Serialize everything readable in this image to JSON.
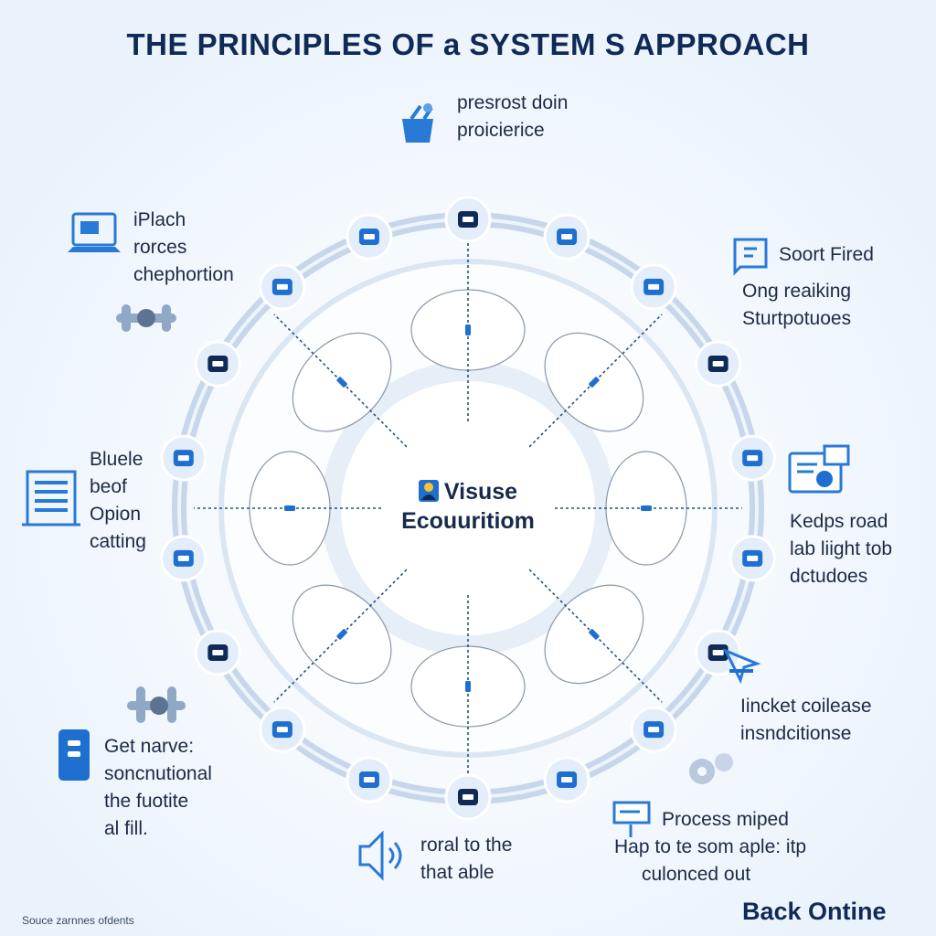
{
  "title": "THE PRINCIPLES OF a SYSTEM S APPROACH",
  "center": {
    "line1": "Visuse",
    "line2": "Ecouuritiom",
    "logo_icon": "puzzle-person-icon"
  },
  "labels": {
    "top": [
      "presrost doin",
      "proicierice"
    ],
    "top_left": [
      "iPlach",
      "rorces",
      "chephortion"
    ],
    "top_right": [
      "Soort Fired",
      "Ong reaiking",
      "Sturtpotuoes"
    ],
    "mid_left": [
      "Bluele",
      "beof",
      "Opion",
      "catting"
    ],
    "mid_right": [
      "Kedps road",
      "lab liight tob",
      "dctudoes"
    ],
    "lower_right": [
      "Iincket coilease",
      "insndcitionse"
    ],
    "bottom_left": [
      "Get narve:",
      "soncnutional",
      "the fuotite",
      "al fill."
    ],
    "bottom_center": [
      "roral to the",
      "that able"
    ],
    "bottom_right": [
      "Process miped",
      "Hap to te som aple: itp",
      "culonced out"
    ]
  },
  "footer": {
    "left": "Souce zarnnes ofdents",
    "right": "Back Ontine"
  },
  "colors": {
    "ring": "#c7d6ea",
    "accent": "#1f6fd1",
    "dark": "#0f2a57",
    "node_fill": "#e3eefa"
  },
  "icons": {
    "outer_nodes": [
      "mail-icon",
      "bag-icon",
      "dollar-icon",
      "shield-icon",
      "people-icon",
      "arrow-right-icon",
      "diamond-icon",
      "network-icon",
      "flag-icon",
      "document-icon",
      "tools-icon",
      "robot-icon",
      "bank-icon",
      "arrow-left-icon",
      "chart-icon",
      "camera-icon",
      "card-icon",
      "gears-icon"
    ],
    "external": [
      "basket-icon",
      "laptop-icon",
      "building-icon",
      "phone-icon",
      "speaker-icon",
      "chat-icon",
      "document-card-icon",
      "keyboard-icon",
      "cursor-icon"
    ]
  }
}
